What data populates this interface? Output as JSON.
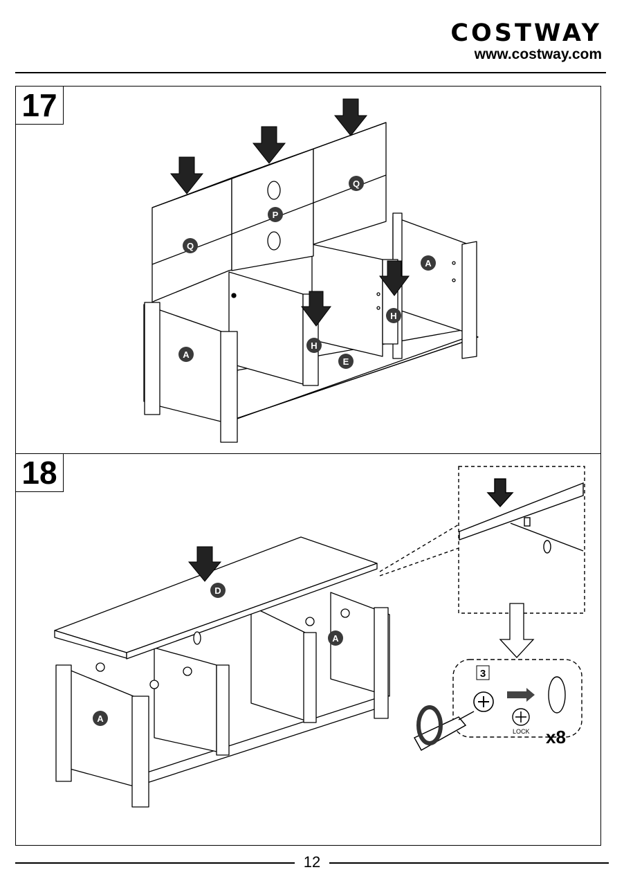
{
  "header": {
    "brand": "COSTWAY",
    "url": "www.costway.com"
  },
  "steps": [
    {
      "number": "17",
      "parts": [
        "Q",
        "P",
        "Q",
        "A",
        "A",
        "H",
        "H",
        "E"
      ]
    },
    {
      "number": "18",
      "parts": [
        "D",
        "A",
        "A"
      ],
      "hardware_id": "3",
      "lock_label": "LOCK",
      "quantity": "x8"
    }
  ],
  "footer": {
    "page_number": "12"
  }
}
